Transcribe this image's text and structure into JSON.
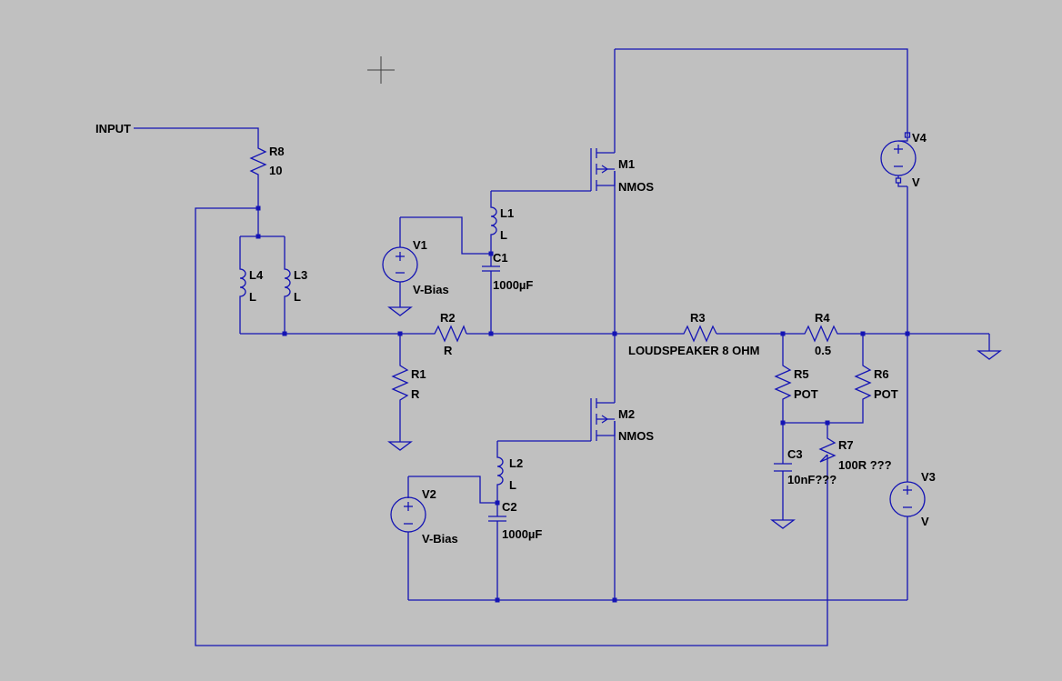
{
  "schematic": {
    "input_label": "INPUT",
    "components": {
      "r8": {
        "ref": "R8",
        "value": "10"
      },
      "l4": {
        "ref": "L4",
        "value": "L"
      },
      "l3": {
        "ref": "L3",
        "value": "L"
      },
      "l1": {
        "ref": "L1",
        "value": "L"
      },
      "l2": {
        "ref": "L2",
        "value": "L"
      },
      "v1": {
        "ref": "V1",
        "value": "V-Bias"
      },
      "v2": {
        "ref": "V2",
        "value": "V-Bias"
      },
      "v3": {
        "ref": "V3",
        "value": "V"
      },
      "v4": {
        "ref": "V4",
        "value": "V"
      },
      "c1": {
        "ref": "C1",
        "value": "1000µF"
      },
      "c2": {
        "ref": "C2",
        "value": "1000µF"
      },
      "c3": {
        "ref": "C3",
        "value": "10nF???"
      },
      "r1": {
        "ref": "R1",
        "value": "R"
      },
      "r2": {
        "ref": "R2",
        "value": "R"
      },
      "r3": {
        "ref": "R3",
        "value": "LOUDSPEAKER 8 OHM"
      },
      "r4": {
        "ref": "R4",
        "value": "0.5"
      },
      "r5": {
        "ref": "R5",
        "value": "POT"
      },
      "r6": {
        "ref": "R6",
        "value": "POT"
      },
      "r7": {
        "ref": "R7",
        "value": "100R ???"
      },
      "m1": {
        "ref": "M1",
        "value": "NMOS"
      },
      "m2": {
        "ref": "M2",
        "value": "NMOS"
      }
    }
  }
}
